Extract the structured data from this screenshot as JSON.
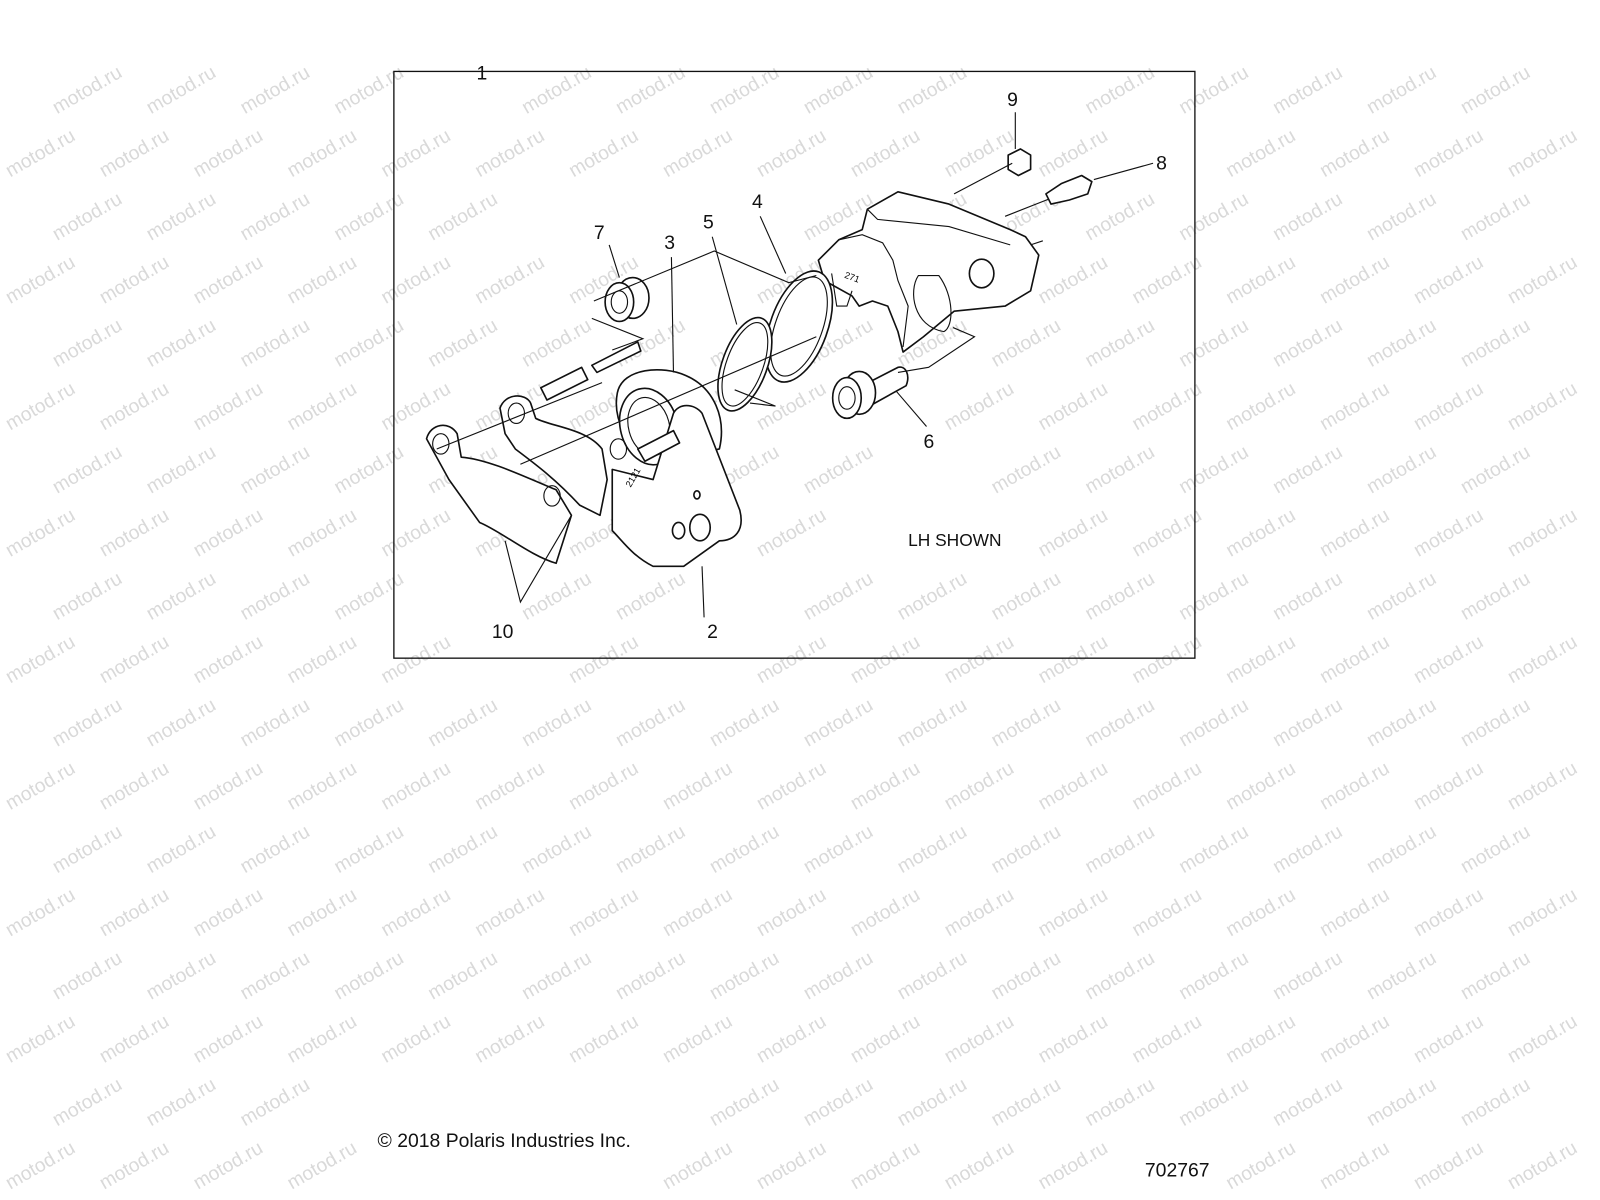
{
  "watermark": "motod.ru",
  "callouts": {
    "c1": "1",
    "c2": "2",
    "c3": "3",
    "c4": "4",
    "c5": "5",
    "c6": "6",
    "c7": "7",
    "c8": "8",
    "c9": "9",
    "c10": "10"
  },
  "note": "LH SHOWN",
  "copyright": "© 2018 Polaris Industries Inc.",
  "drawing_number": "702767",
  "part_markings": {
    "caliper": "271",
    "bracket": "2121"
  }
}
